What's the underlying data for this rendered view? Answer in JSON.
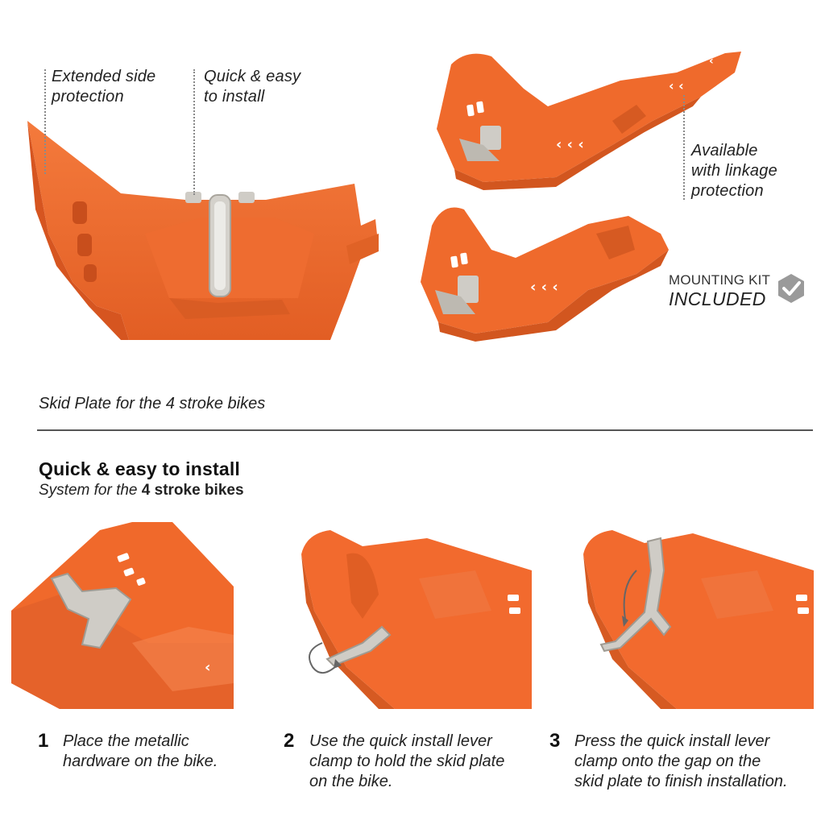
{
  "callouts": {
    "extended_side_1": "Extended side",
    "extended_side_2": "protection",
    "quick_easy_1": "Quick & easy",
    "quick_easy_2": "to install",
    "available_1": "Available",
    "available_2": "with linkage",
    "available_3": "protection"
  },
  "badge": {
    "top": "MOUNTING KIT",
    "bottom": "INCLUDED",
    "icon": "check-hexagon-icon"
  },
  "caption": "Skid Plate for the 4 stroke bikes",
  "section": {
    "title": "Quick & easy to install",
    "subtitle_prefix": "System for the ",
    "subtitle_bold": "4 stroke bikes"
  },
  "steps": [
    {
      "num": "1",
      "line1": "Place the metallic",
      "line2": "hardware on the bike.",
      "line3": ""
    },
    {
      "num": "2",
      "line1": "Use the quick install lever",
      "line2": "clamp to hold the skid plate",
      "line3": "on the bike."
    },
    {
      "num": "3",
      "line1": "Press the quick install lever",
      "line2": "clamp onto the gap on the",
      "line3": "skid plate to finish installation."
    }
  ],
  "colors": {
    "orange": "#f26a2e",
    "orange_dark": "#d85a22",
    "orange_light": "#f7864f",
    "metal": "#c9c6c0",
    "divider": "#555555"
  }
}
